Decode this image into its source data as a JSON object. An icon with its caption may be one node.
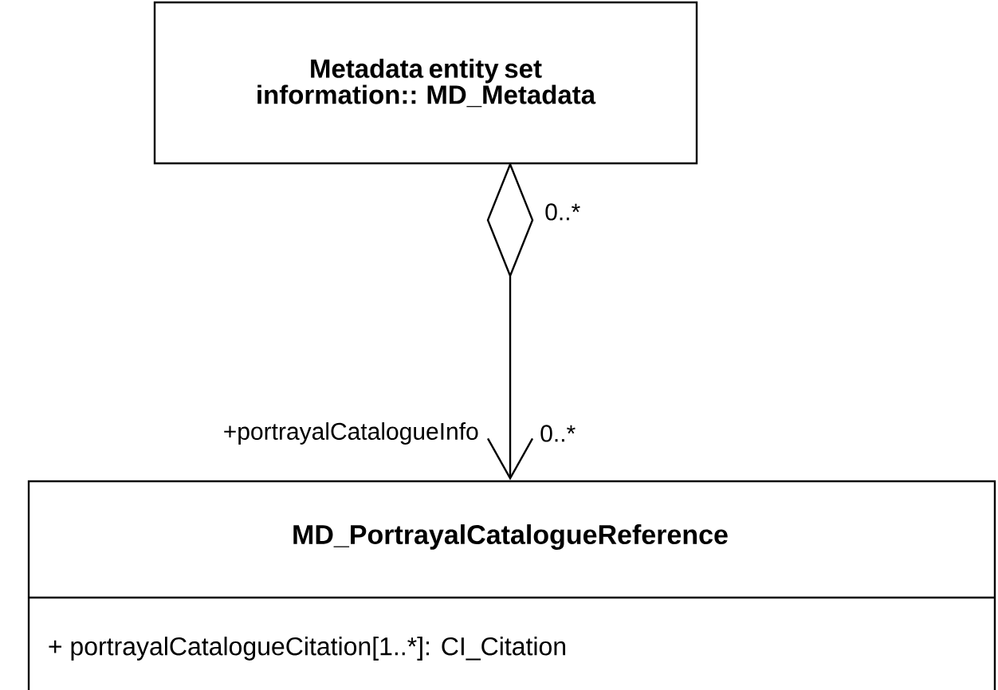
{
  "diagram": {
    "nodes": [
      {
        "text": [
          "Metadata entity set information:: MD_Metadata"
        ]
      },
      {
        "text": [
          "MD_PortrayalCatalogueReference",
          "+ portrayalCatalogueCitation[1..*]: CI_Citation"
        ]
      }
    ],
    "edges": [
      {
        "from": 0,
        "to": 1,
        "arrow": "to"
      }
    ],
    "labels": [
      "0..*",
      "+portrayalCatalogueInfo",
      "0..*"
    ]
  }
}
